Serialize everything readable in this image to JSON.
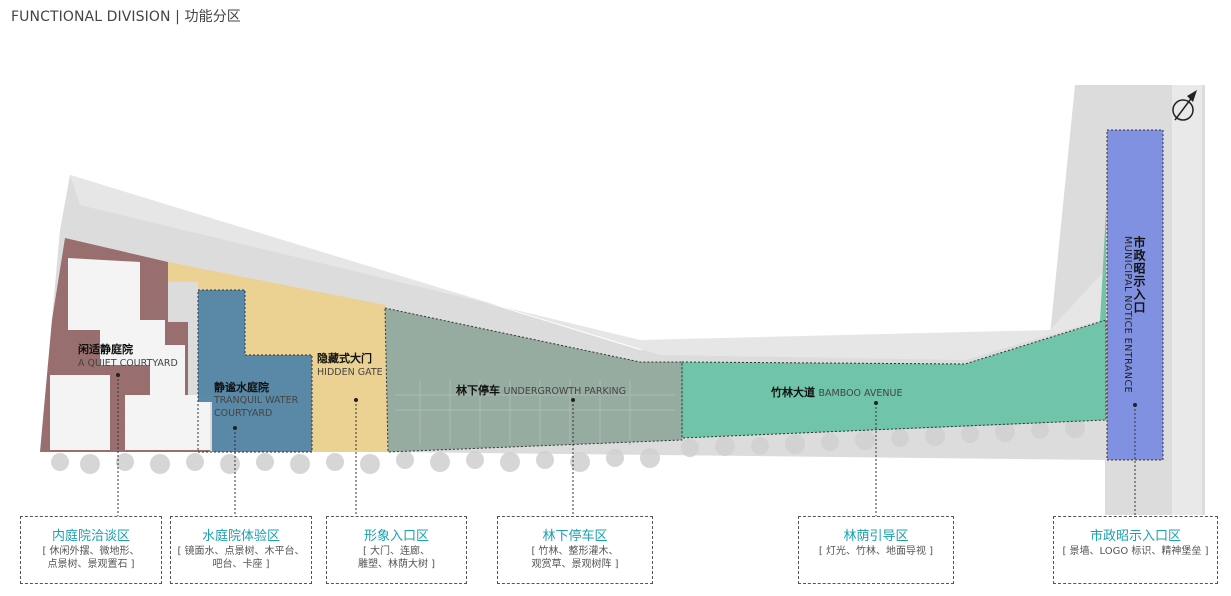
{
  "title": "FUNCTIONAL DIVISION | 功能分区",
  "zones": [
    {
      "cn": "闲适静庭院",
      "en": "A QUIET COURTYARD",
      "color": "#8c5a5a"
    },
    {
      "cn": "静谧水庭院",
      "en": "TRANQUIL WATER COURTYARD",
      "color": "#4a7fa0"
    },
    {
      "cn": "隐藏式大门",
      "en": "HIDDEN GATE",
      "color": "#e8c878"
    },
    {
      "cn": "林下停车",
      "en": "UNDERGROWTH PARKING",
      "color": "#8ea69a"
    },
    {
      "cn": "竹林大道",
      "en": "BAMBOO AVENUE",
      "color": "#5cc0a0"
    },
    {
      "cn": "市政昭示入口",
      "en": "MUNICIPAL NOTICE ENTRANCE",
      "color": "#7a8ce0"
    }
  ],
  "legend": [
    {
      "title": "内庭院洽谈区",
      "line1": "[ 休闲外摆、微地形、",
      "line2": "点景树、景观置石 ]"
    },
    {
      "title": "水庭院体验区",
      "line1": "[ 镜面水、点景树、木平台、",
      "line2": "吧台、卡座 ]"
    },
    {
      "title": "形象入口区",
      "line1": "[ 大门、连廊、",
      "line2": "雕塑、林荫大树 ]"
    },
    {
      "title": "林下停车区",
      "line1": "[ 竹林、整形灌木、",
      "line2": "观赏草、景观树阵 ]"
    },
    {
      "title": "林荫引导区",
      "line1": "[ 灯光、竹林、地面导视 ]",
      "line2": ""
    },
    {
      "title": "市政昭示入口区",
      "line1": "[ 景墙、LOGO 标识、精神堡垒 ]",
      "line2": ""
    }
  ],
  "icons": [
    "north-arrow-icon"
  ]
}
